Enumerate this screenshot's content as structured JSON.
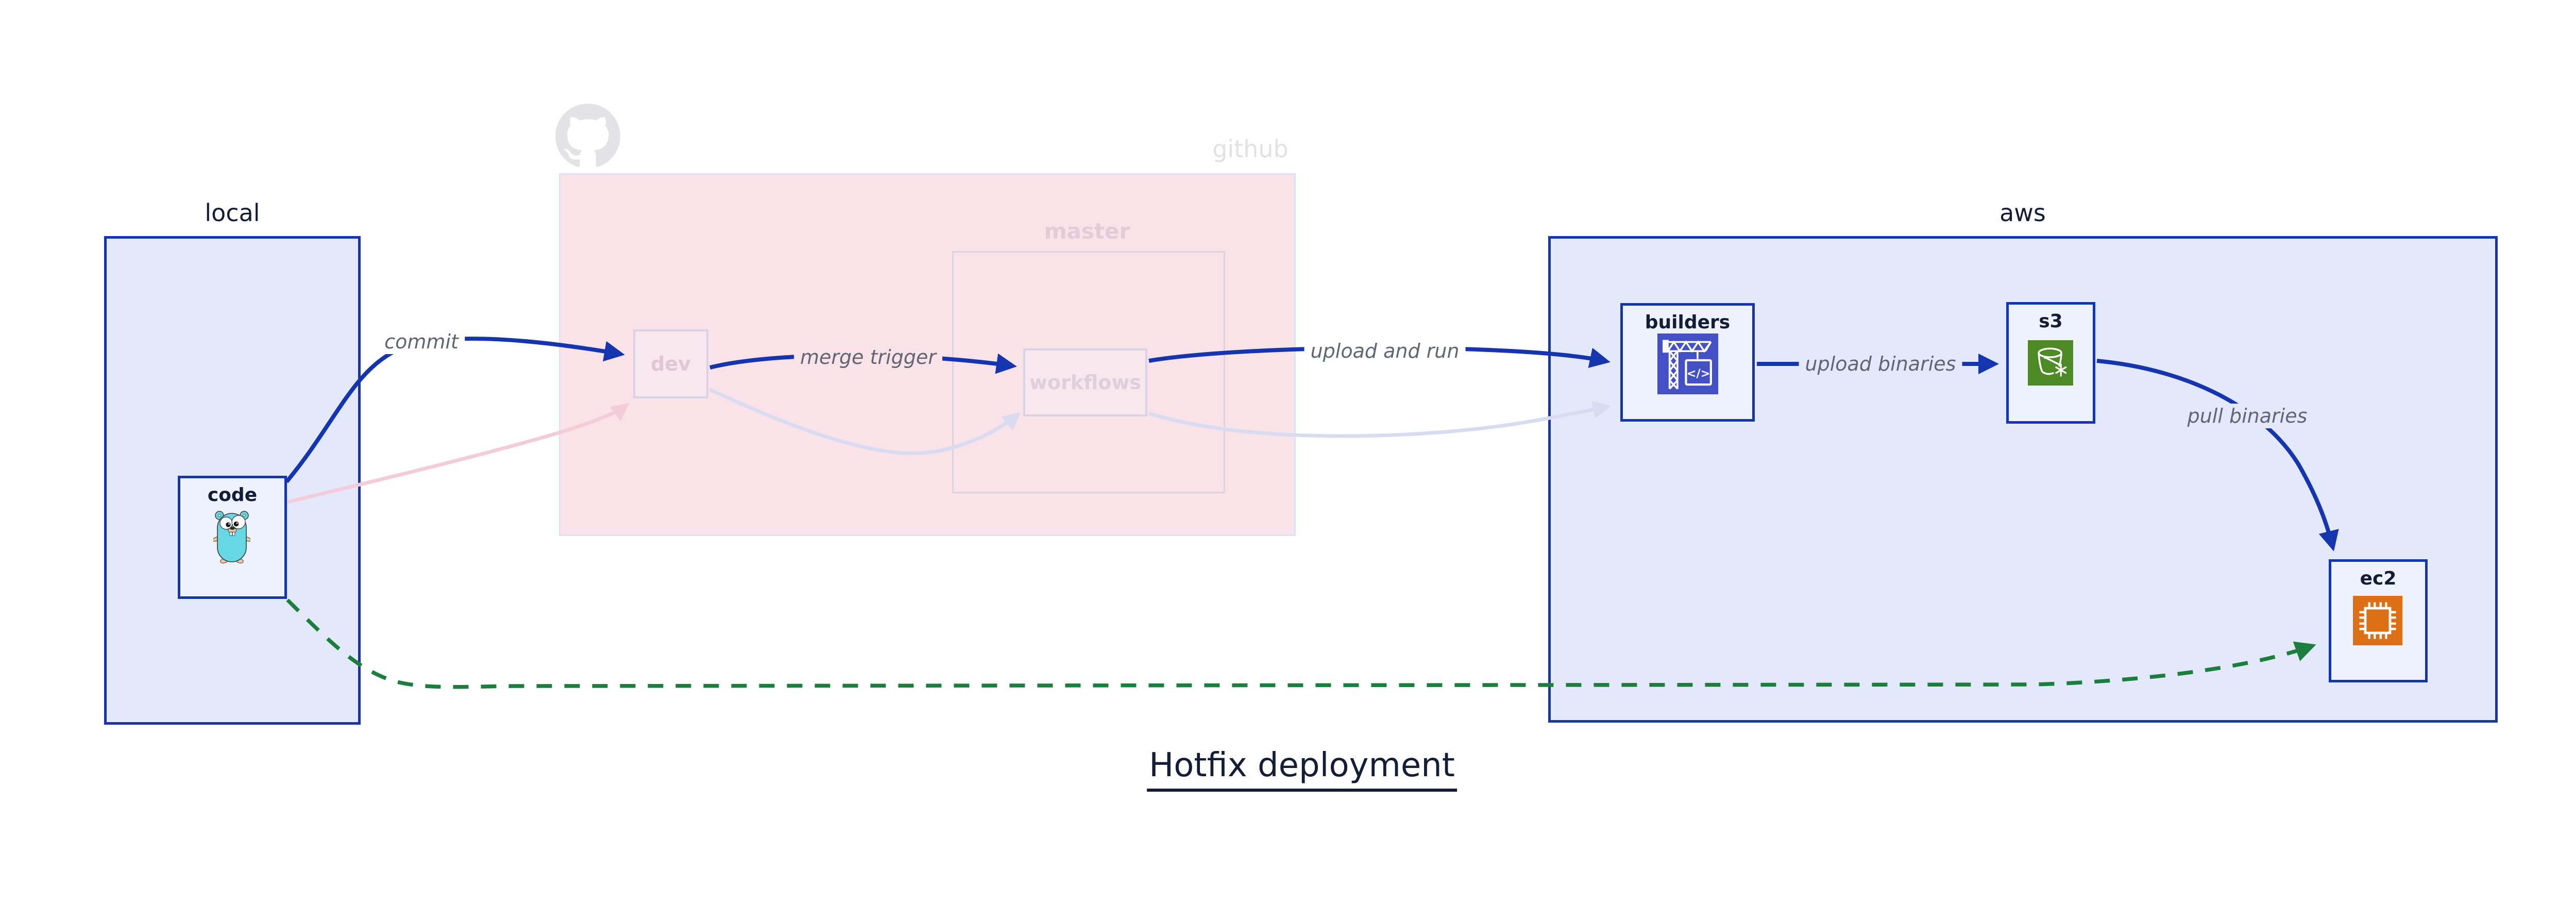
{
  "title": "Hotfix deployment",
  "groups": {
    "local": {
      "label": "local"
    },
    "github": {
      "label": "github"
    },
    "master": {
      "label": "master"
    },
    "aws": {
      "label": "aws"
    }
  },
  "nodes": {
    "code": {
      "label": "code",
      "icon": "go-gopher-icon"
    },
    "dev": {
      "label": "dev"
    },
    "workflows": {
      "label": "workflows"
    },
    "builders": {
      "label": "builders",
      "icon": "codebuild-crane-icon"
    },
    "s3": {
      "label": "s3",
      "icon": "s3-bucket-icon"
    },
    "ec2": {
      "label": "ec2",
      "icon": "ec2-chip-icon"
    }
  },
  "edges": {
    "commit": {
      "label": "commit",
      "from": "code",
      "to": "dev",
      "style": "solid-blue"
    },
    "merge_trigger": {
      "label": "merge trigger",
      "from": "dev",
      "to": "workflows",
      "style": "solid-blue"
    },
    "upload_and_run": {
      "label": "upload and run",
      "from": "workflows",
      "to": "builders",
      "style": "solid-blue"
    },
    "upload_binaries": {
      "label": "upload binaries",
      "from": "builders",
      "to": "s3",
      "style": "solid-blue"
    },
    "pull_binaries": {
      "label": "pull binaries",
      "from": "s3",
      "to": "ec2",
      "style": "solid-blue"
    },
    "hotfix_path": {
      "label": "",
      "from": "code",
      "to": "ec2",
      "style": "dashed-green"
    },
    "faded_commit": {
      "label": "",
      "from": "code",
      "to": "dev",
      "style": "faded-pink"
    },
    "faded_merge": {
      "label": "",
      "from": "dev",
      "to": "workflows",
      "style": "faded-lavender"
    },
    "faded_upload": {
      "label": "",
      "from": "workflows",
      "to": "builders",
      "style": "faded-lavender"
    }
  },
  "colors": {
    "edge_blue": "#1535b0",
    "edge_green": "#1b7e3c",
    "edge_faded_pink": "#f2ccd8",
    "edge_faded_lavender": "#d9dcf0",
    "container_fill": "#e3e9fb",
    "container_border": "#1535b0",
    "node_fill": "#eef2fc",
    "github_fill": "#f9e3e9",
    "github_border": "#dde3f4",
    "master_border": "#ddd2e0",
    "text_dark": "#141d38",
    "faded_label_pink": "#e0c7d3",
    "faded_label_lavender": "#ddd0dc",
    "github_text": "#e2e2e5",
    "edge_label_text": "#5f6672",
    "builders_icon_bg": "#4450c5",
    "s3_icon_bg": "#4d8a26",
    "ec2_icon_bg": "#dd7017",
    "gopher_teal": "#66d7e4"
  }
}
